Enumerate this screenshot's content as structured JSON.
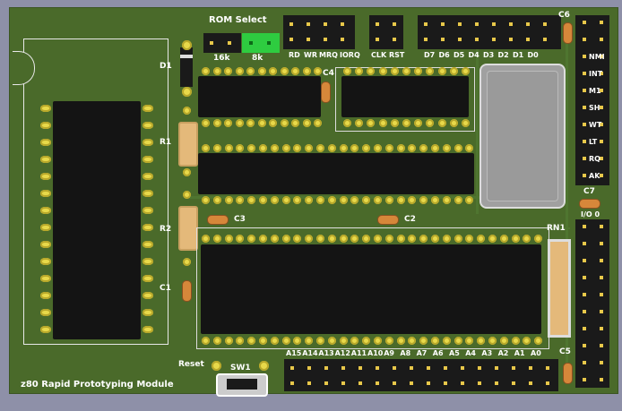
{
  "board": {
    "title": "z80 Rapid Prototyping Module",
    "rom_select": "ROM Select",
    "rom_opt_16k": "16k",
    "rom_opt_8k": "8k",
    "reset_label": "Reset",
    "sw1": "SW1",
    "d1": "D1",
    "r1": "R1",
    "r2": "R2",
    "c1": "C1",
    "c2": "C2",
    "c3": "C3",
    "c4": "C4",
    "c5": "C5",
    "c6": "C6",
    "c7": "C7",
    "rn1": "RN1",
    "io": "I/O 0",
    "ctrl_labels": [
      "RD",
      "WR",
      "MRQ",
      "IORQ"
    ],
    "clk_labels": [
      "CLK",
      "RST"
    ],
    "data_labels": [
      "D7",
      "D6",
      "D5",
      "D4",
      "D3",
      "D2",
      "D1",
      "D0"
    ],
    "addr_labels": [
      "A15",
      "A14",
      "A13",
      "A12",
      "A11",
      "A10",
      "A9",
      "A8",
      "A7",
      "A6",
      "A5",
      "A4",
      "A3",
      "A2",
      "A1",
      "A0"
    ],
    "side_labels": [
      "NMI",
      "INT",
      "M1",
      "SH",
      "WT",
      "LT",
      "RQ",
      "AK"
    ]
  },
  "colors": {
    "pcb": "#4a6a2a",
    "chip": "#141414",
    "pad": "#e8d94a",
    "jumper": "#2ecc40",
    "background": "#8e90a8"
  }
}
